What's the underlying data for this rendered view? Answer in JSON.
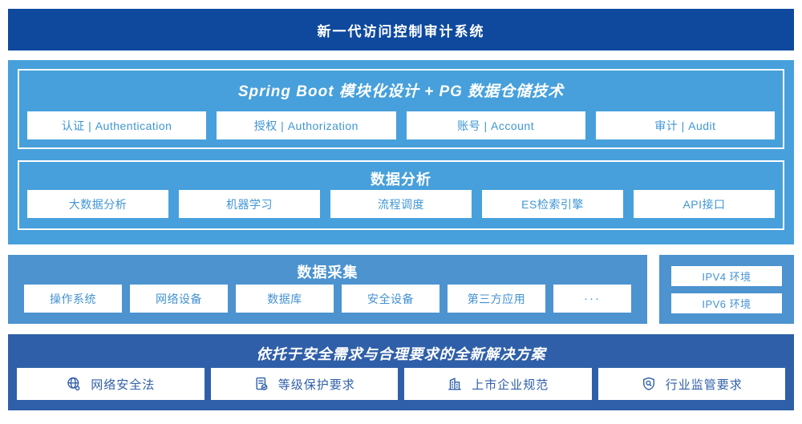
{
  "colors": {
    "header_bg": "#0E499E",
    "main_bg": "#47A0DB",
    "collect_bg": "#4C93CF",
    "bottom_bg": "#2F5FA8",
    "box_text_light_blue": "#3E96D5",
    "box_text_dark_blue": "#2F5FA8",
    "box_bg": "#FFFFFF"
  },
  "header": {
    "title": "新一代访问控制审计系统"
  },
  "platform": {
    "spring_boot": {
      "title": "Spring Boot 模块化设计 + PG 数据仓储技术",
      "modules": [
        {
          "label": "认证 | Authentication"
        },
        {
          "label": "授权 | Authorization"
        },
        {
          "label": "账号 | Account"
        },
        {
          "label": "审计 | Audit"
        }
      ]
    },
    "data_analysis": {
      "title": "数据分析",
      "modules": [
        {
          "label": "大数据分析"
        },
        {
          "label": "机器学习"
        },
        {
          "label": "流程调度"
        },
        {
          "label": "ES检索引擎"
        },
        {
          "label": "API接口"
        }
      ]
    }
  },
  "data_collection": {
    "title": "数据采集",
    "sources": [
      {
        "label": "操作系统"
      },
      {
        "label": "网络设备"
      },
      {
        "label": "数据库"
      },
      {
        "label": "安全设备"
      },
      {
        "label": "第三方应用"
      },
      {
        "label": "···"
      }
    ]
  },
  "environments": {
    "items": [
      {
        "label": "IPV4 环境"
      },
      {
        "label": "IPV6 环境"
      }
    ]
  },
  "solution": {
    "title": "依托于安全需求与合理要求的全新解决方案",
    "items": [
      {
        "icon": "globe-icon",
        "label": "网络安全法"
      },
      {
        "icon": "document-check-icon",
        "label": "等级保护要求"
      },
      {
        "icon": "building-icon",
        "label": "上市企业规范"
      },
      {
        "icon": "shield-search-icon",
        "label": "行业监管要求"
      }
    ]
  }
}
